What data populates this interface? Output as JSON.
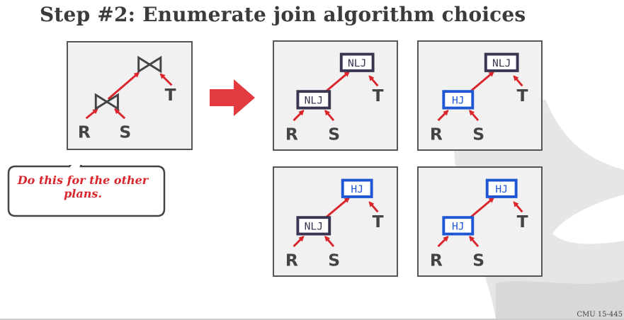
{
  "title": "Step #2: Enumerate join algorithm choices",
  "callout": {
    "text": "Do this for the other plans."
  },
  "footer": "CMU 15-445",
  "colors": {
    "edge": "#d9262d",
    "nlj": "#3a3550",
    "hj": "#1f56d4",
    "panel_bg": "#f1f1f1"
  },
  "relations": [
    "R",
    "S",
    "T"
  ],
  "source_plan": {
    "top_join": "join-icon",
    "bottom_join": "join-icon"
  },
  "plans": [
    {
      "top": "NLJ",
      "bottom": "NLJ"
    },
    {
      "top": "NLJ",
      "bottom": "HJ"
    },
    {
      "top": "HJ",
      "bottom": "NLJ"
    },
    {
      "top": "HJ",
      "bottom": "HJ"
    }
  ]
}
